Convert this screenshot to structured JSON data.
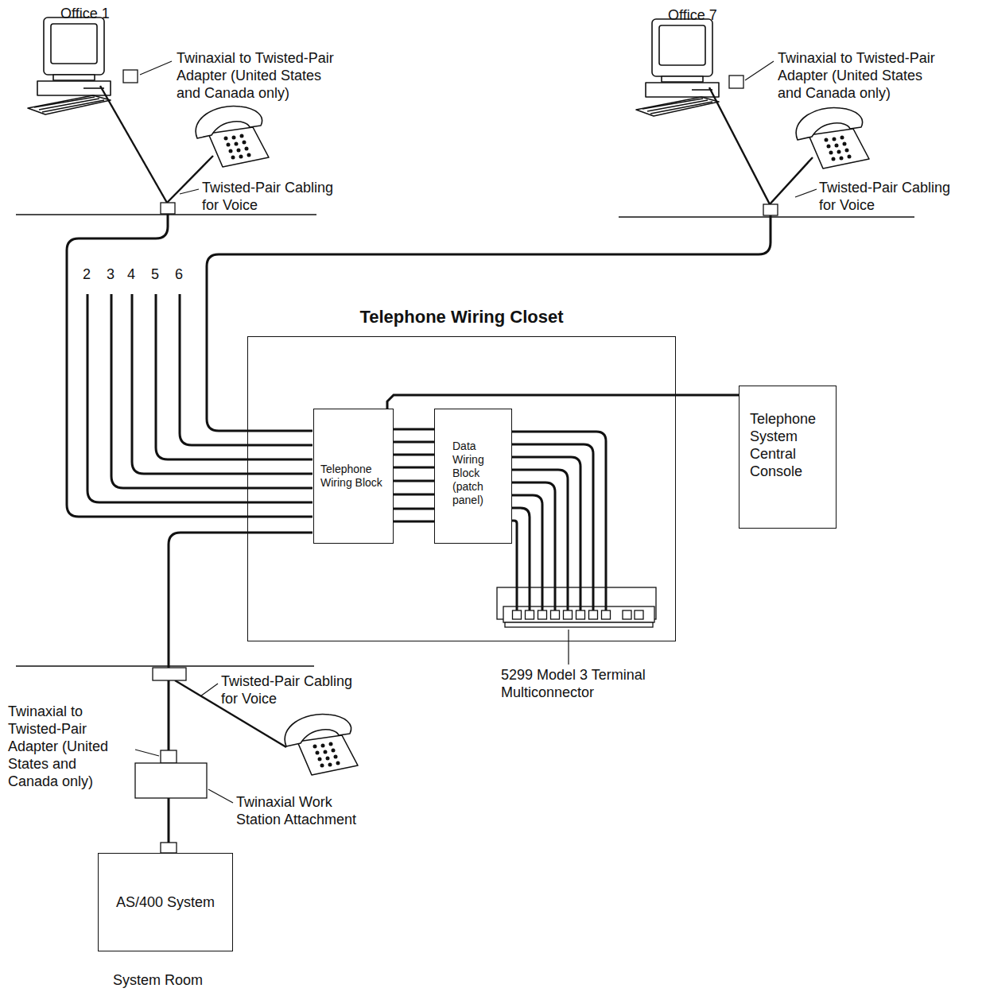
{
  "diagram": {
    "title": "Telephone Wiring Closet",
    "nodes": [
      {
        "text": [
          "Telephone Wiring Closet"
        ]
      },
      {
        "text": [
          "Telephone Wiring Block"
        ],
        "in": 0
      },
      {
        "text": [
          "Data Wiring Block (patch panel)"
        ],
        "in": 0
      },
      {
        "text": [
          "Telephone System Central Console"
        ]
      },
      {
        "text": [
          "AS/400 System"
        ]
      }
    ],
    "edges": [
      {
        "from": 1,
        "to": 2,
        "arrow": "none"
      },
      {
        "from": 1,
        "to": 2,
        "arrow": "none"
      },
      {
        "from": 1,
        "to": 2,
        "arrow": "none"
      },
      {
        "from": 1,
        "to": 2,
        "arrow": "none"
      },
      {
        "from": 1,
        "to": 2,
        "arrow": "none"
      },
      {
        "from": 1,
        "to": 2,
        "arrow": "none"
      },
      {
        "from": 1,
        "to": 2,
        "arrow": "none"
      },
      {
        "from": 1,
        "to": 2,
        "arrow": "none"
      },
      {
        "from": 1,
        "to": 3,
        "arrow": "none"
      }
    ],
    "labels": [
      "Office 1",
      "Twinaxial to Twisted-Pair Adapter (United States and Canada only)",
      "Twisted-Pair Cabling for Voice",
      "Office 7",
      "Twinaxial to Twisted-Pair Adapter (United States and Canada only)",
      "Twisted-Pair Cabling for Voice",
      "2",
      "3",
      "4",
      "5",
      "6",
      "Twisted-Pair Cabling for Voice",
      "Twinaxial to Twisted-Pair Adapter (United States and Canada only)",
      "Twinaxial Work Station Attachment",
      "5299 Model 3 Terminal Multiconnector",
      "System Room"
    ]
  }
}
